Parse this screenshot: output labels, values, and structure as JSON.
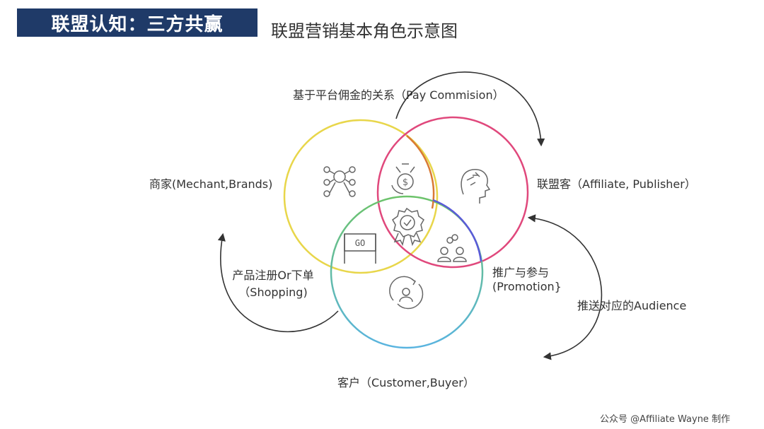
{
  "header": {
    "title": "联盟认知：三方共赢",
    "subtitle": "联盟营销基本角色示意图"
  },
  "roles": {
    "merchant": "商家(Mechant,Brands)",
    "affiliate": "联盟客（Affiliate, Publisher）",
    "customer": "客户（Customer,Buyer）"
  },
  "relations": {
    "pay_commission": "基于平台佣金的关系（Pay Commision）",
    "shopping_line1": "产品注册Or下单",
    "shopping_line2": "（Shopping)",
    "promotion_line1": "推广与参与",
    "promotion_line2": "(Promotion}",
    "audience": "推送对应的Audience"
  },
  "icons": {
    "go_sign": "GO",
    "money_symbol": "$"
  },
  "colors": {
    "title_bg": "#1f3a68",
    "merchant_circle": "#e8d64a",
    "affiliate_circle": "#e0487c",
    "customer_circle_top": "#6cc36a",
    "customer_circle_bottom": "#59b4e0",
    "overlap_top": "#d97a34",
    "overlap_right": "#5a5ad8"
  },
  "footer": "公众号 @Affiliate Wayne 制作"
}
